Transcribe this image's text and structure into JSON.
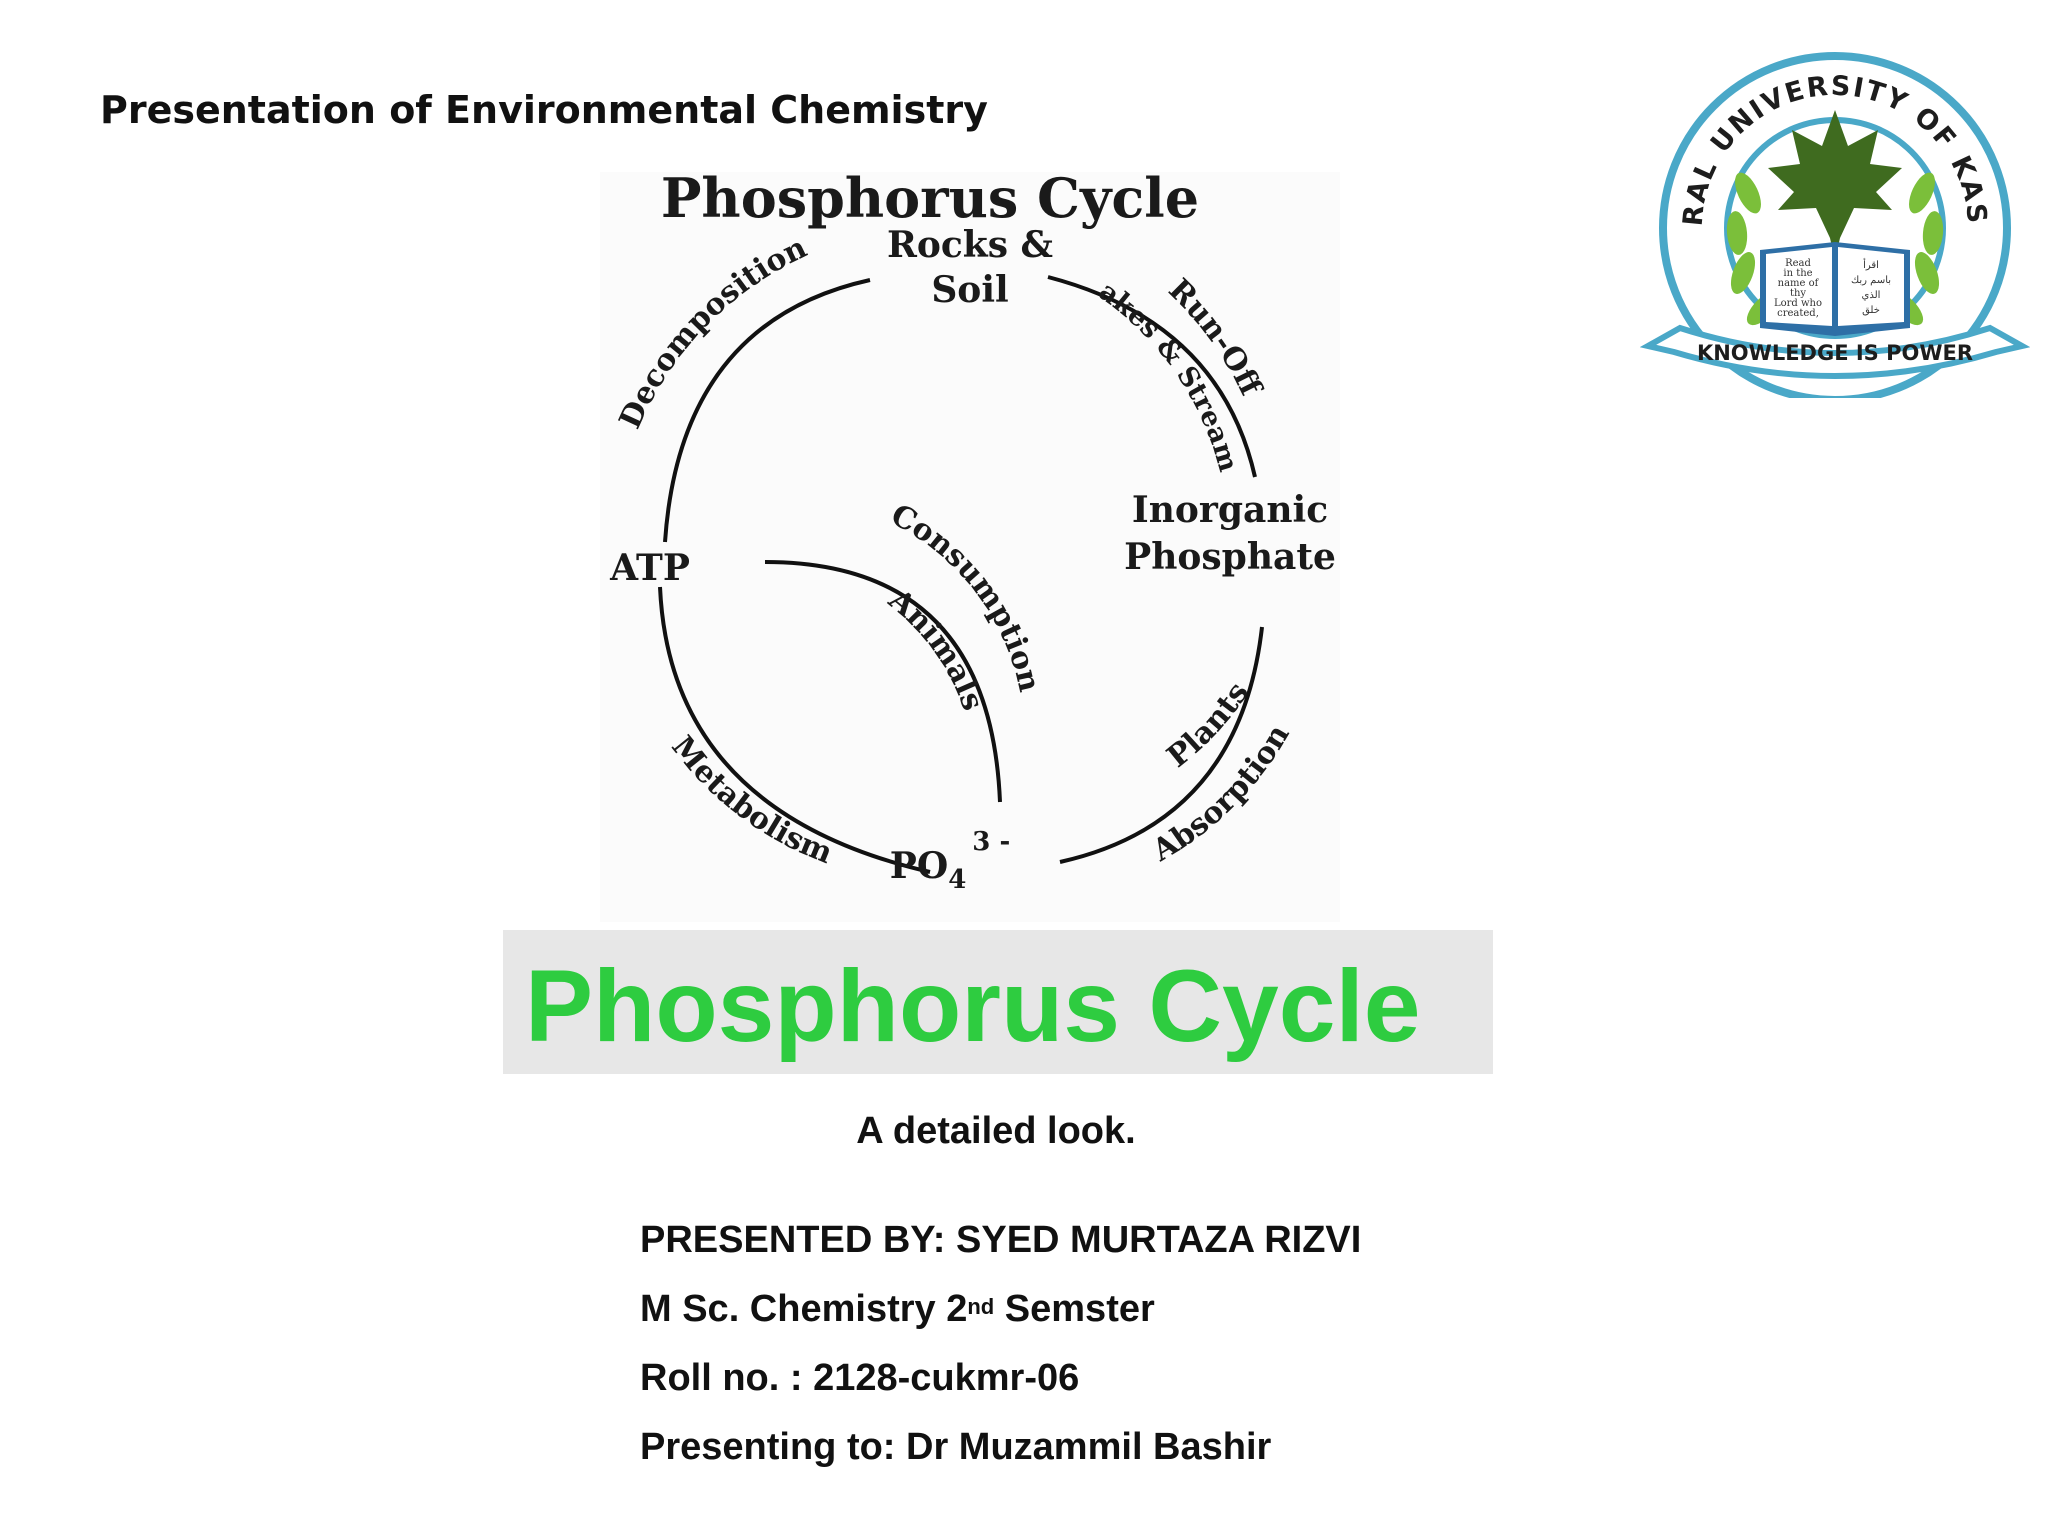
{
  "header": {
    "course_title": "Presentation of Environmental Chemistry"
  },
  "logo": {
    "ring_text": "CENTRAL UNIVERSITY OF KASHMIR",
    "motto": "KNOWLEDGE IS POWER",
    "book_left_text": [
      "Read",
      "in the",
      "name of",
      "thy",
      "Lord who",
      "created,"
    ],
    "book_right_text": [
      "اقرأ",
      "باسم ربك",
      "الذي",
      "خلق"
    ]
  },
  "diagram": {
    "title": "Phosphorus Cycle",
    "nodes": {
      "rocks_soil_line1": "Rocks &",
      "rocks_soil_line2": "Soil",
      "inorganic_line1": "Inorganic",
      "inorganic_line2": "Phosphate",
      "atp": "ATP",
      "po4_base": "PO",
      "po4_sub": "4",
      "po4_sup": "3 -"
    },
    "processes": {
      "decomposition": "Decomposition",
      "runoff": "Run-Off",
      "lakes_streams": "Lakes & Streams",
      "consumption": "Consumption",
      "animals": "Animals",
      "metabolism": "Metabolism",
      "plants": "Plants",
      "absorption": "Absorption"
    }
  },
  "title_slide": {
    "title": "Phosphorus Cycle",
    "subtitle": "A detailed look."
  },
  "presenter": {
    "presented_by": "PRESENTED BY: SYED MURTAZA RIZVI",
    "program_prefix": "M Sc. Chemistry 2",
    "program_sup": "nd",
    "program_suffix": " Semster",
    "roll_no": "Roll no. : 2128-cukmr-06",
    "presenting_to": "Presenting to: Dr Muzammil Bashir"
  },
  "colors": {
    "title_green": "#2ecc40",
    "title_box_bg": "#e7e7e7",
    "logo_ring_blue": "#4aa8c8",
    "logo_leaf_green": "#3f6b1f",
    "logo_wreath_green": "#7bbf3a",
    "logo_book_blue": "#2e6fa6"
  }
}
